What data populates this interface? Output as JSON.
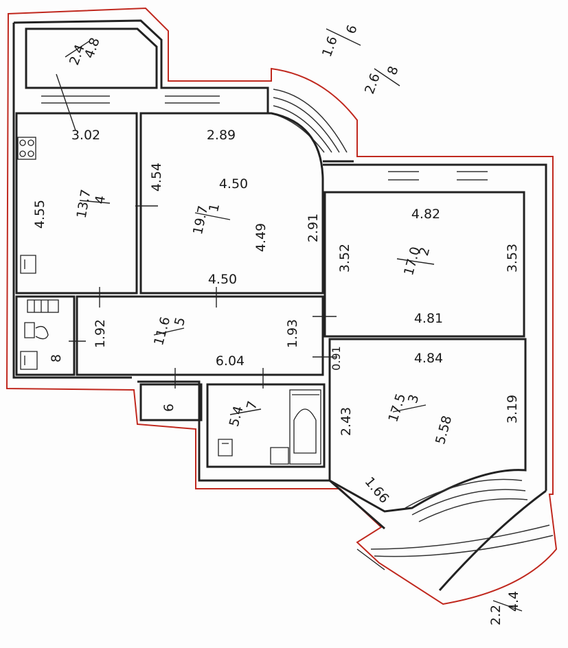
{
  "rooms": [
    {
      "id": "balcony-top",
      "num": "4.8",
      "area": "2.4"
    },
    {
      "id": "room-4",
      "num": "4",
      "area": "13.7"
    },
    {
      "id": "room-1",
      "num": "1",
      "area": "19.7"
    },
    {
      "id": "room-2",
      "num": "2",
      "area": "17.0"
    },
    {
      "id": "room-5",
      "num": "5",
      "area": "11.6"
    },
    {
      "id": "room-3",
      "num": "3",
      "area": "17.5"
    },
    {
      "id": "room-7",
      "num": "7",
      "area": "5.4"
    },
    {
      "id": "room-6",
      "num": "6"
    },
    {
      "id": "room-8",
      "num": "8"
    },
    {
      "id": "balcony-6",
      "num": "6",
      "area": "1.6"
    },
    {
      "id": "balcony-8",
      "num": "8",
      "area": "2.6"
    },
    {
      "id": "balcony-bottom",
      "num": "4.4",
      "area": "2.2"
    }
  ],
  "dimensions": {
    "r4_top": "3.02",
    "r4_side": "4.55",
    "r4_right": "4.54",
    "r1_top": "2.89",
    "r1_mid": "4.50",
    "r1_inner": "4.49",
    "r1_right": "2.91",
    "corridor_top": "4.50",
    "r2_top": "4.82",
    "r2_left": "3.52",
    "r2_right": "3.53",
    "r2_bottom": "4.81",
    "r5_left": "1.92",
    "r5_right": "1.93",
    "r5_bottom": "6.04",
    "gap": "0.91",
    "r3_top": "4.84",
    "r3_left": "2.43",
    "r3_inner": "5.58",
    "r3_right": "3.19",
    "r3_diag": "1.66"
  },
  "colors": {
    "outline": "#c0281e",
    "wall": "#222222"
  }
}
